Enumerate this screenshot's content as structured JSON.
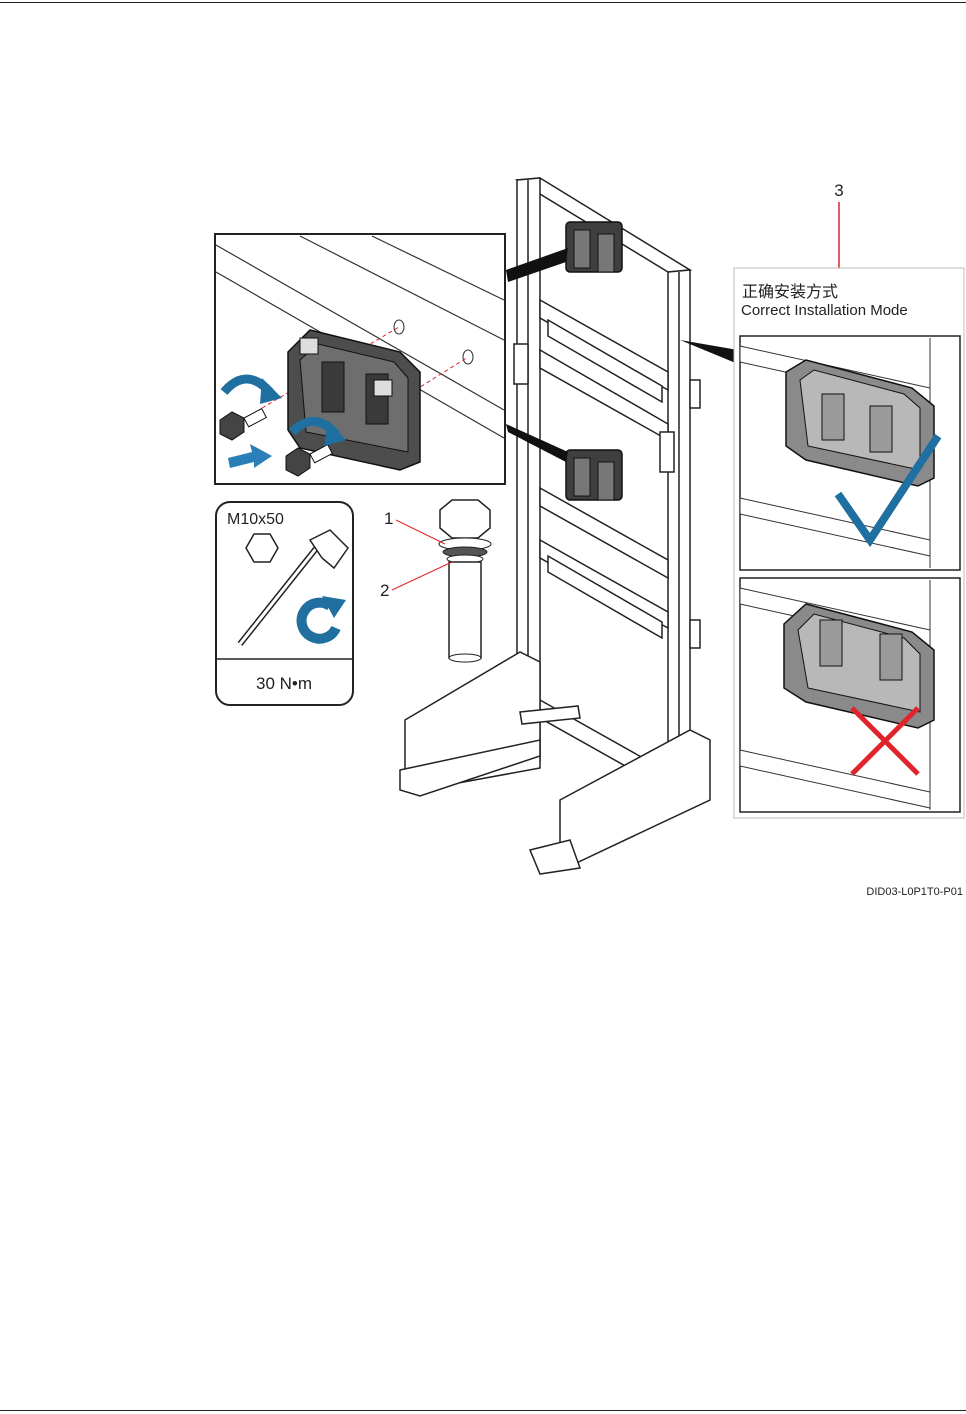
{
  "figure": {
    "callouts": [
      "1",
      "2",
      "3"
    ],
    "tool_spec": {
      "bolt_size": "M10x50",
      "torque": "30 N•m"
    },
    "install_panel": {
      "title_cn": "正确安装方式",
      "title_en": "Correct Installation Mode"
    },
    "figure_id": "DID03-L0P1T0-P01",
    "icons": [
      "hex-nut-icon",
      "socket-wrench-icon",
      "rotate-clockwise-icon",
      "checkmark-icon",
      "cross-mark-icon",
      "push-arrow-icon"
    ],
    "colors": {
      "accent_blue": "#1f6fa0",
      "arrow_blue": "#2a7fb8",
      "wrong_red": "#e0242b",
      "line": "#222222"
    }
  }
}
